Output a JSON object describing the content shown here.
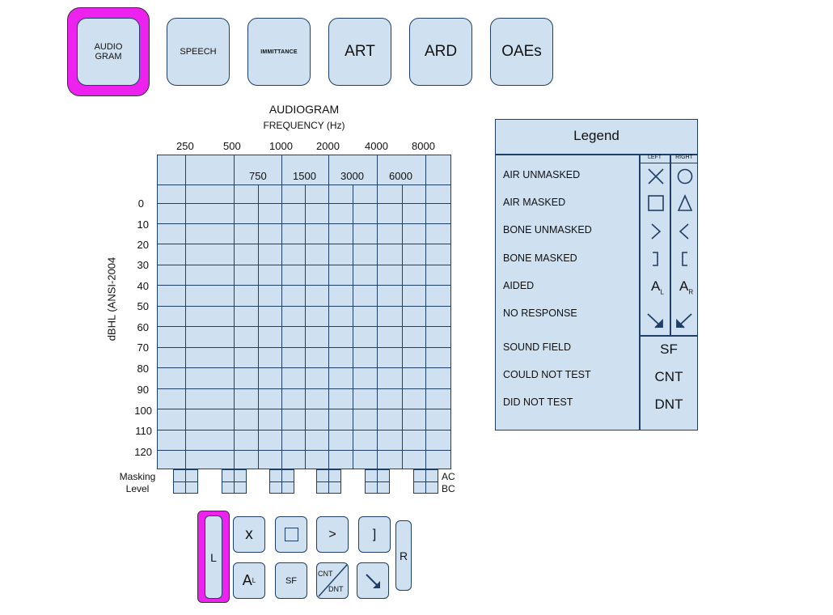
{
  "tabs": [
    {
      "label_line1": "AUDIO",
      "label_line2": "GRAM",
      "selected": true
    },
    {
      "label": "SPEECH"
    },
    {
      "label": "IMMITTANCE"
    },
    {
      "label": "ART"
    },
    {
      "label": "ARD"
    },
    {
      "label": "OAEs"
    }
  ],
  "audiogram": {
    "title": "AUDIOGRAM",
    "freq_label": "FREQUENCY (Hz)",
    "y_axis_label": "dBHL (ANSI-2004",
    "octave_freqs": [
      "250",
      "500",
      "1000",
      "2000",
      "4000",
      "8000"
    ],
    "inter_freqs": [
      "750",
      "1500",
      "3000",
      "6000"
    ],
    "db_levels": [
      "0",
      "10",
      "20",
      "30",
      "40",
      "50",
      "60",
      "70",
      "80",
      "90",
      "100",
      "110",
      "120"
    ],
    "masking_label_1": "Masking",
    "masking_label_2": "Level",
    "ac_label": "AC",
    "bc_label": "BC"
  },
  "legend": {
    "title": "Legend",
    "left_header": "LEFT",
    "right_header": "RIGHT",
    "rows": [
      {
        "label": "AIR UNMASKED",
        "left_icon": "x-icon",
        "right_icon": "circle-icon"
      },
      {
        "label": "AIR MASKED",
        "left_icon": "square-icon",
        "right_icon": "triangle-icon"
      },
      {
        "label": "BONE UNMASKED",
        "left_icon": "greater-than-icon",
        "right_icon": "less-than-icon"
      },
      {
        "label": "BONE MASKED",
        "left_icon": "right-bracket-icon",
        "right_icon": "left-bracket-icon"
      },
      {
        "label": "AIDED",
        "left_text": "A",
        "left_sub": "L",
        "right_text": "A",
        "right_sub": "R"
      },
      {
        "label": "NO RESPONSE",
        "left_icon": "arrow-down-right-icon",
        "right_icon": "arrow-down-left-icon"
      }
    ],
    "other_rows": [
      {
        "label": "SOUND FIELD",
        "code": "SF"
      },
      {
        "label": "COULD NOT TEST",
        "code": "CNT"
      },
      {
        "label": "DID NOT TEST",
        "code": "DNT"
      }
    ]
  },
  "toolbar": {
    "left_ear": "L",
    "right_ear": "R",
    "x_label": "x",
    "bone_unmasked": ">",
    "bone_masked": "]",
    "aided_text": "A",
    "aided_sub": "L",
    "sf_label": "SF",
    "cnt_label": "CNT",
    "dnt_label": "DNT"
  },
  "colors": {
    "panel": "#cfe0f1",
    "border": "#1f3f66",
    "selected": "#ee22ee"
  }
}
